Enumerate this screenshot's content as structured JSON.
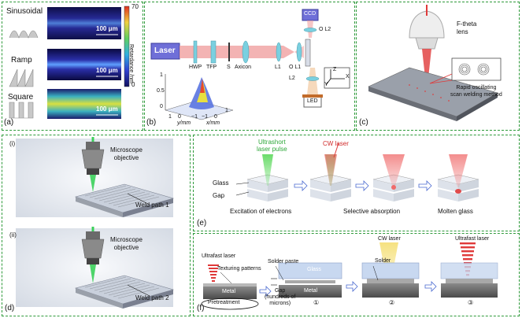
{
  "panel_a": {
    "label": "(a)",
    "rows": [
      {
        "name": "Sinusoidal",
        "scale": "100 μm"
      },
      {
        "name": "Ramp",
        "scale": "100 μm"
      },
      {
        "name": "Square",
        "scale": "100 μm"
      }
    ],
    "colorbar": {
      "title": "Retardance /nm",
      "max": "70",
      "min": "0"
    }
  },
  "panel_b": {
    "label": "(b)",
    "laser": "Laser",
    "components": [
      "HWP",
      "TFP",
      "S",
      "Axicon",
      "L1",
      "O L1",
      "O L2",
      "L2"
    ],
    "ccd": "CCD",
    "led": "LED",
    "axes": {
      "x": "X",
      "y": "Y",
      "z": "Z"
    },
    "plot": {
      "ymax": "1",
      "ymid": "0.5",
      "zmin": "0",
      "ticks": [
        "1",
        "0",
        "−1",
        "−1",
        "0",
        "1"
      ],
      "ylabel": "y/mm",
      "xlabel": "x/mm"
    }
  },
  "panel_c": {
    "label": "(c)",
    "lens": "F-theta\nlens",
    "method": "Rapid oscillating\nscan welding method"
  },
  "panel_d": {
    "label": "(d)",
    "sub1": "(i)",
    "sub2": "(ii)",
    "objective": "Microscope\nobjective",
    "weld1": "Weld path 1",
    "weld2": "Weld path 2"
  },
  "panel_e": {
    "label": "(e)",
    "ultrafast": "Ultrashort\nlaser pulse",
    "cw": "CW laser",
    "glass": "Glass",
    "gap": "Gap",
    "step1": "Excitation of electrons",
    "step2": "Selective absorption",
    "step3": "Molten glass"
  },
  "panel_f": {
    "label": "(f)",
    "ultrafast_laser": "Ultrafast laser",
    "texturing": "Texturing patterns",
    "solder_paste": "Solder paste",
    "metal": "Metal",
    "glass": "Glass",
    "pretreatment": "Pretreatment",
    "gap": "Gap\n(hundreds of\nmicrons)",
    "cw_laser": "CW laser",
    "solder": "Solder",
    "ultrafast2": "Ultrafast laser",
    "steps": [
      "①",
      "②",
      "③"
    ]
  },
  "colors": {
    "border": "#2e9a3a",
    "laser": "#e03a3a",
    "beam": "#36c46a",
    "glass": "#c9d8ef"
  }
}
